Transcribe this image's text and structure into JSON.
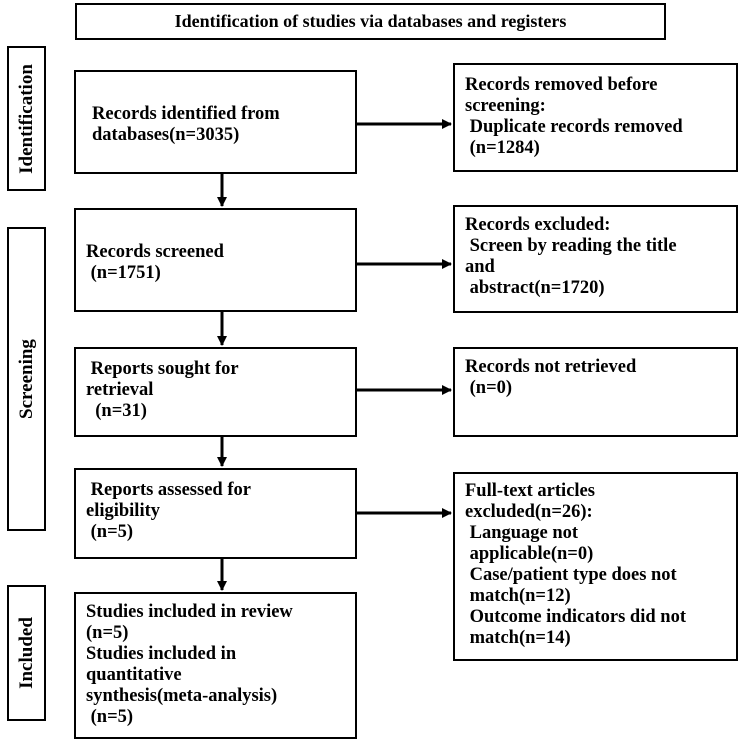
{
  "header": {
    "title": "Identification of studies via databases and registers"
  },
  "phases": {
    "identification": "Identification",
    "screening": "Screening",
    "included": "Included"
  },
  "main_boxes": {
    "identified": [
      "Records identified from",
      "databases(n=3035)"
    ],
    "screened": [
      "Records screened",
      " (n=1751)"
    ],
    "sought": [
      " Reports sought for",
      "retrieval",
      "  (n=31)"
    ],
    "assessed": [
      " Reports assessed for",
      "eligibility",
      " (n=5)"
    ],
    "included": [
      "Studies included in review",
      "(n=5)",
      "Studies included in",
      "quantitative",
      "synthesis(meta-analysis)",
      " (n=5)"
    ]
  },
  "side_boxes": {
    "removed": [
      "Records removed before",
      "screening:",
      " Duplicate records removed",
      " (n=1284)"
    ],
    "excluded": [
      "Records excluded:",
      " Screen by reading the title",
      "and",
      " abstract(n=1720)"
    ],
    "not_retrieved": [
      "Records not retrieved",
      " (n=0)"
    ],
    "fulltext_excluded": [
      "Full-text articles",
      "excluded(n=26):",
      " Language not",
      " applicable(n=0)",
      " Case/patient type does not",
      " match(n=12)",
      " Outcome indicators did not",
      " match(n=14)"
    ]
  }
}
